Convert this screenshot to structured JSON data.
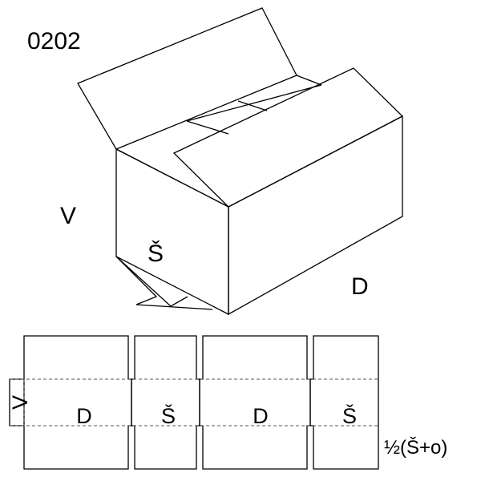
{
  "code": "0202",
  "box": {
    "height_label": "V",
    "width_label": "Š",
    "length_label": "D"
  },
  "blank": {
    "height_label": "V",
    "panels": [
      {
        "label": "D"
      },
      {
        "label": "Š"
      },
      {
        "label": "D"
      },
      {
        "label": "Š"
      }
    ],
    "flap_label": "½(Š+o)"
  },
  "colors": {
    "line": "#000000",
    "fold_line": "#555555",
    "background": "#ffffff"
  }
}
